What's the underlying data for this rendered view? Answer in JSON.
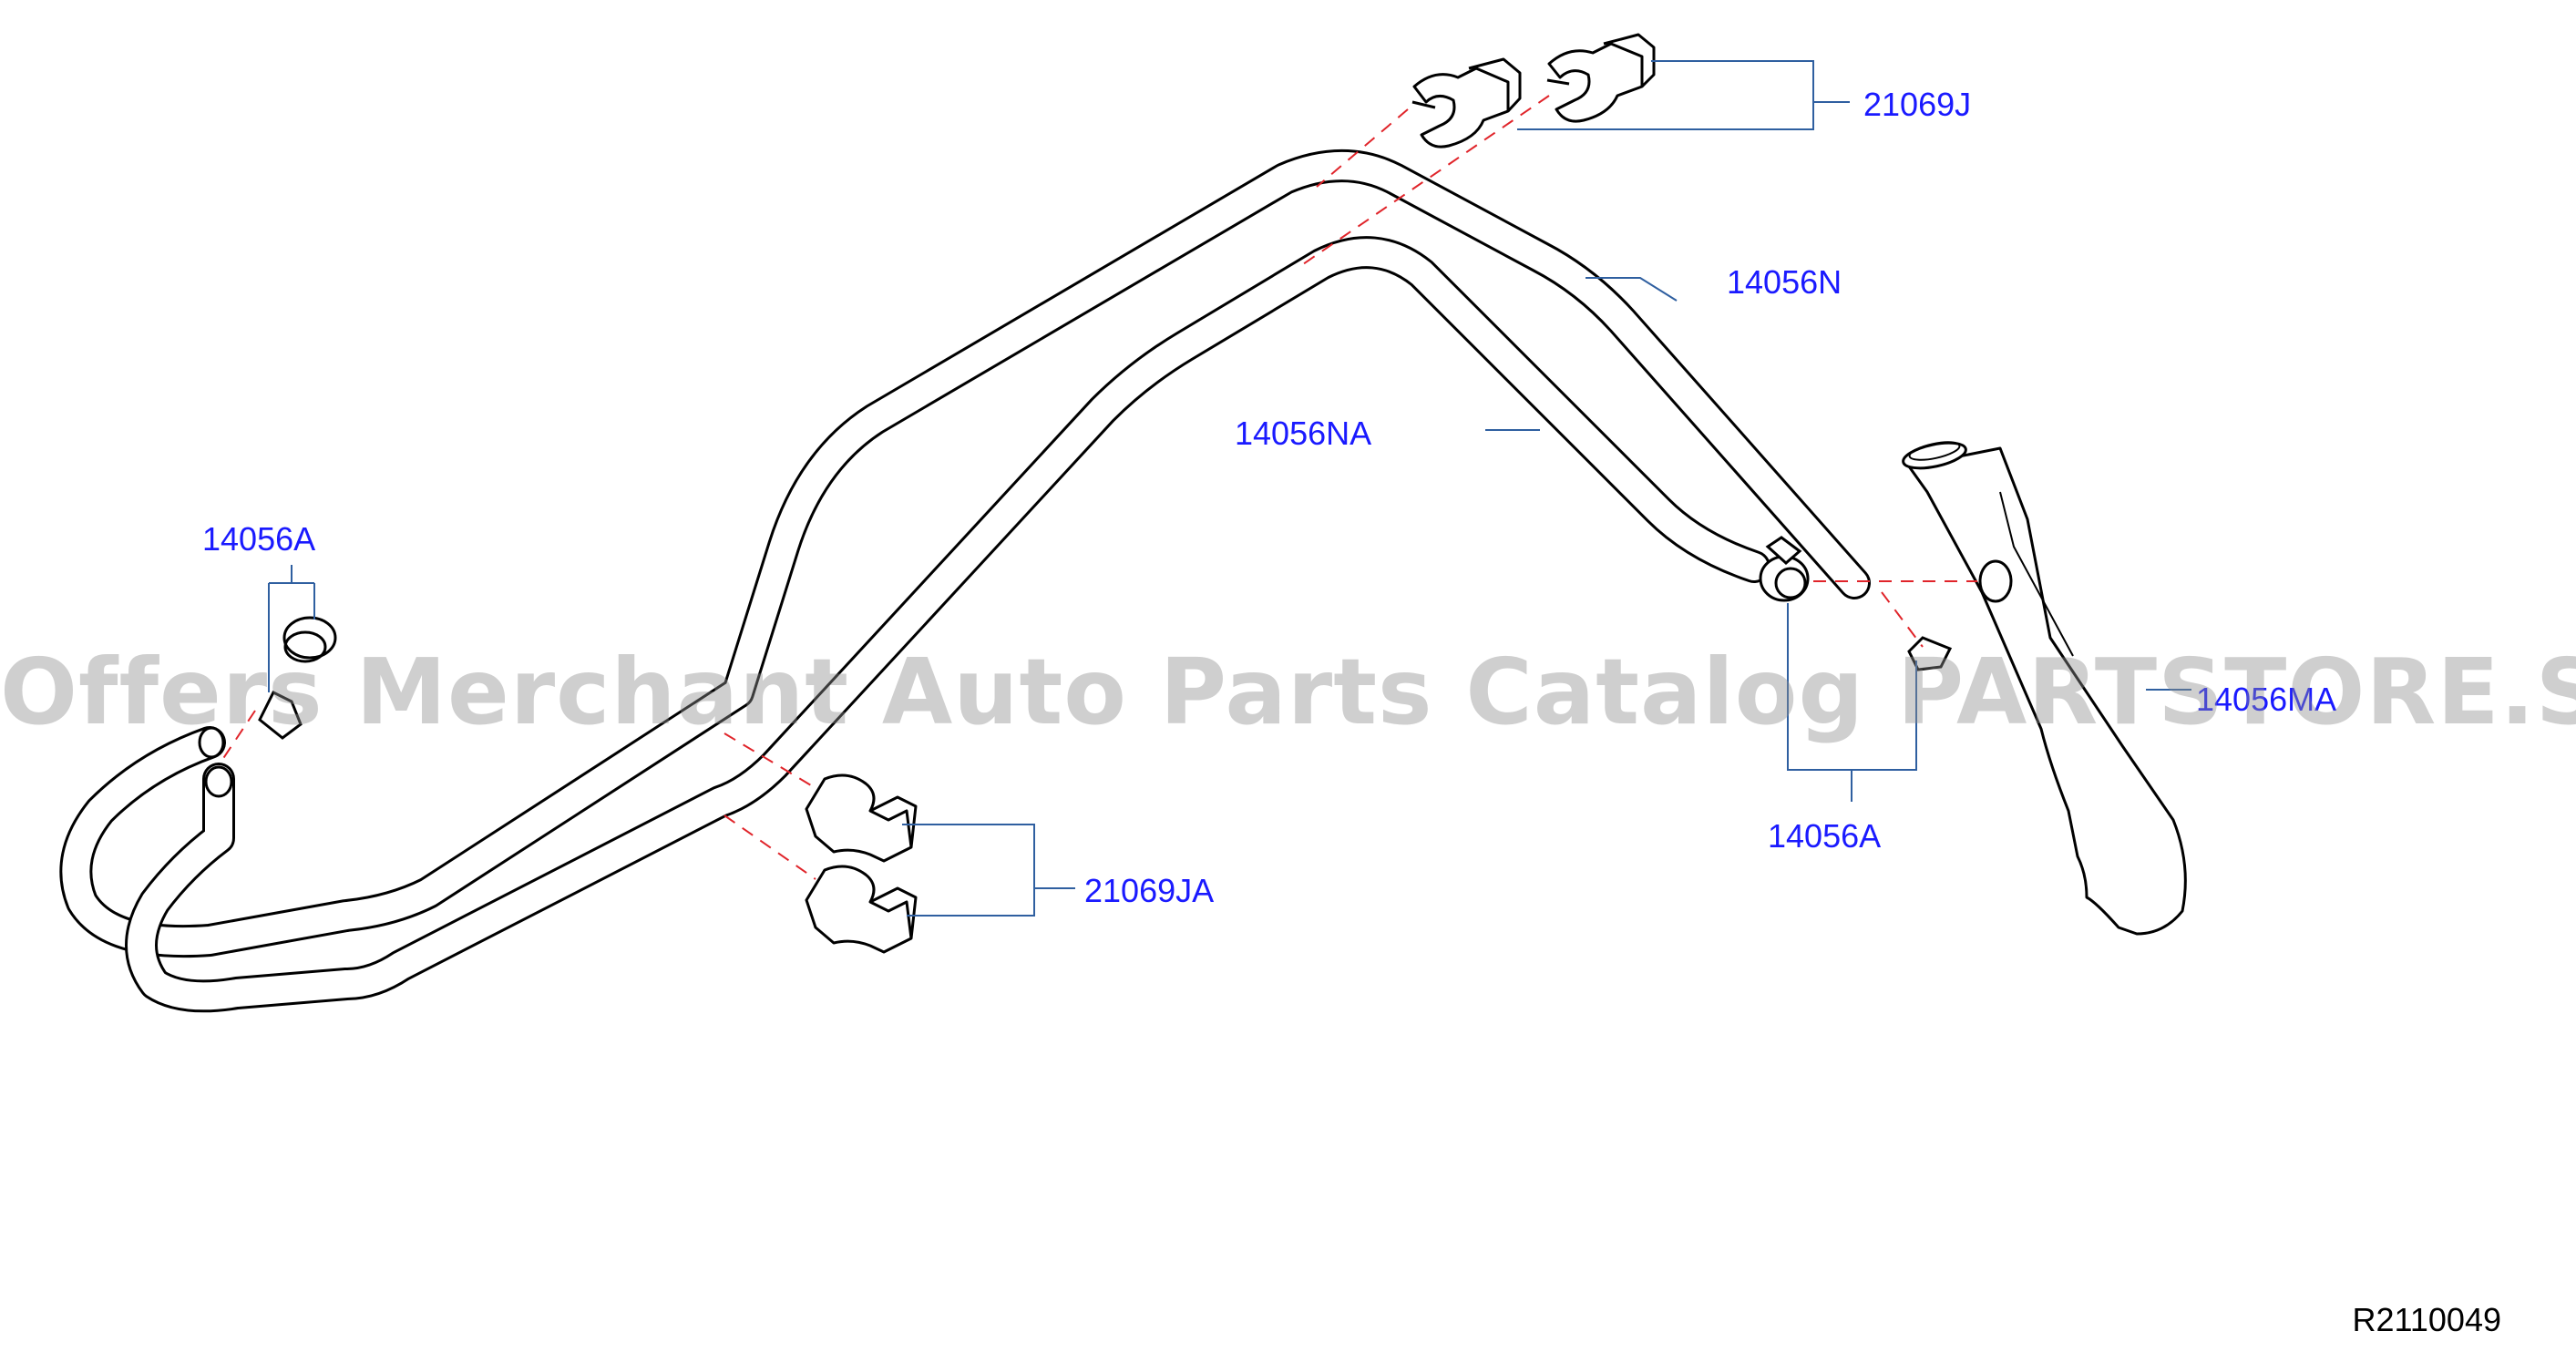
{
  "diagram": {
    "part_labels": {
      "clip_upper_right": "21069J",
      "hose_upper": "14056N",
      "hose_lower": "14056NA",
      "clamp_left": "14056A",
      "tube_right": "14056MA",
      "clip_lower_middle": "21069JA",
      "clamp_right": "14056A"
    },
    "drawing_number": "R2110049",
    "watermark": "Offers Merchant Auto Parts Catalog PARTSTORE.SA",
    "colors": {
      "label": "#1a1aff",
      "leader": "#2f5fa0",
      "dash": "#e0242a",
      "outline": "#000000",
      "watermark": "#8c8c8c"
    }
  }
}
